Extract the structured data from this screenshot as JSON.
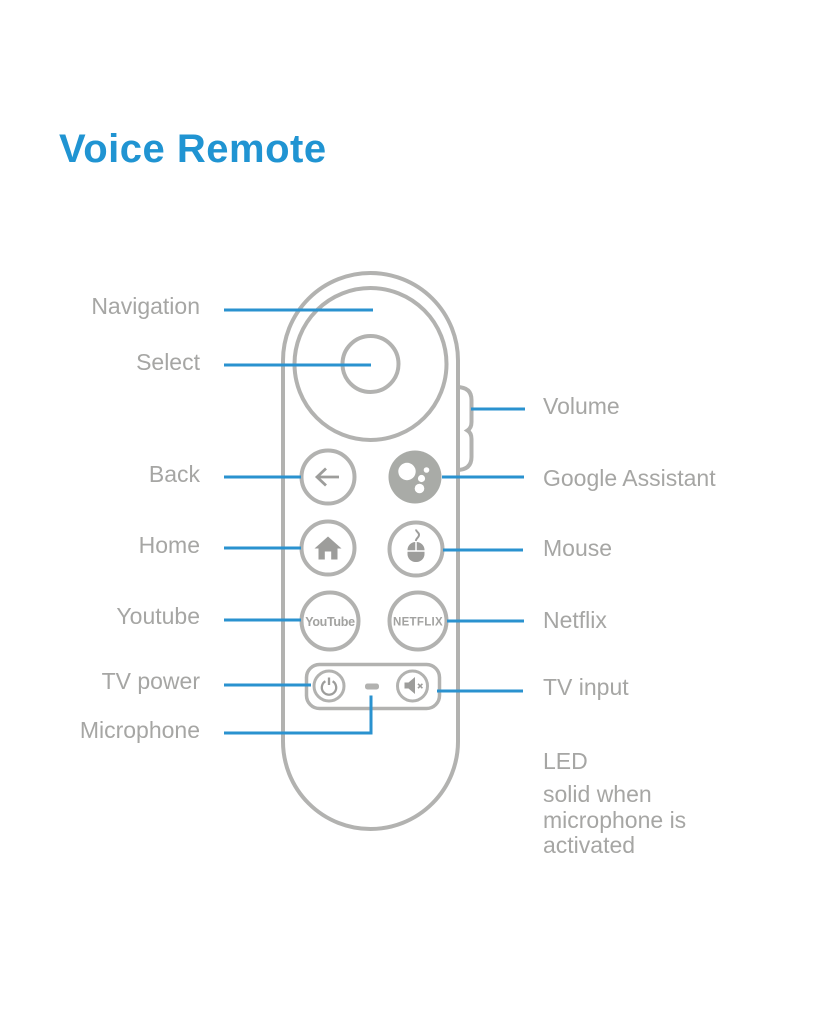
{
  "title": "Voice Remote",
  "labels": {
    "left": [
      "Navigation",
      "Select",
      "Back",
      "Home",
      "Youtube",
      "TV power",
      "Microphone"
    ],
    "right": [
      "Volume",
      "Google Assistant",
      "Mouse",
      "Netflix",
      "TV input"
    ],
    "led_title": "LED",
    "led_description": "solid when microphone is activated"
  },
  "remote_buttons": {
    "youtube_label": "YouTube",
    "netflix_label": "NETFLIX"
  },
  "icons": {
    "back": "back-arrow-icon",
    "google_assistant": "google-assistant-icon",
    "home": "home-icon",
    "mouse": "mouse-icon",
    "tv_power": "power-icon",
    "tv_input": "speaker-mute-icon",
    "microphone_led": "led-indicator",
    "volume": "volume-rocker"
  },
  "colors": {
    "accent_blue": "#2a92cf",
    "title_blue": "#2094d2",
    "outline_gray": "#b2b2b0",
    "icon_gray": "#9d9d9b",
    "label_gray": "#a6a6a4"
  }
}
